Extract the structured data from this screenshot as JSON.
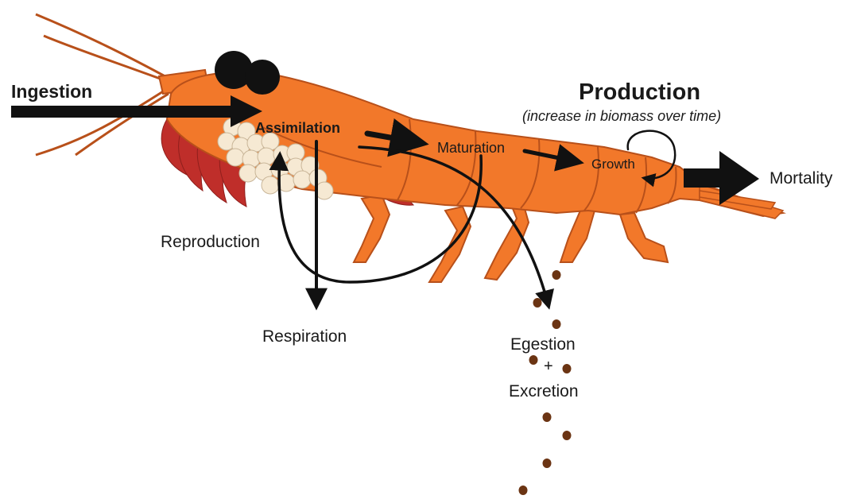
{
  "labels": {
    "ingestion": "Ingestion",
    "production": "Production",
    "production_subtitle": "(increase in biomass over time)",
    "assimilation": "Assimilation",
    "maturation": "Maturation",
    "growth": "Growth",
    "mortality": "Mortality",
    "reproduction": "Reproduction",
    "respiration": "Respiration",
    "egestion": "Egestion",
    "plus": "+",
    "excretion": "Excretion"
  },
  "colors": {
    "body": "#f2782a",
    "outline": "#b8501a",
    "legs": "#bf2e2a",
    "eggs": "#f6e9d3",
    "eye": "#111111",
    "arrow": "#111111",
    "pellet": "#6b3413"
  }
}
